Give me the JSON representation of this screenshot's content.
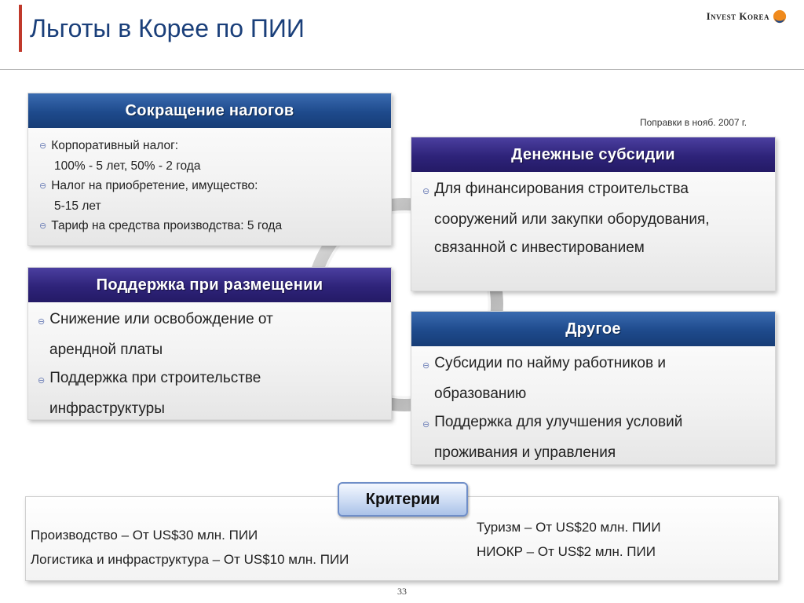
{
  "header": {
    "title": "Льготы в Корее по ПИИ",
    "logo_text": "Invest Korea",
    "note": "Поправки в нояб. 2007 г."
  },
  "boxes": {
    "tax": {
      "title": "Сокращение налогов",
      "lines": [
        {
          "bullet": true,
          "text": "Корпоративный налог:"
        },
        {
          "bullet": false,
          "text": "100% - 5 лет, 50% - 2 года"
        },
        {
          "bullet": true,
          "text": "Налог на приобретение, имущество:"
        },
        {
          "bullet": false,
          "text": "5-15 лет"
        },
        {
          "bullet": true,
          "text": "Тариф на средства производства: 5 года"
        }
      ]
    },
    "subsidies": {
      "title": "Денежные субсидии",
      "lines": [
        {
          "bullet": true,
          "text": "Для финансирования строительства"
        },
        {
          "bullet": false,
          "text": "сооружений или закупки оборудования,"
        },
        {
          "bullet": false,
          "text": "связанной с инвестированием"
        }
      ]
    },
    "location": {
      "title": "Поддержка при размещении",
      "lines": [
        {
          "bullet": true,
          "text": "Снижение или освобождение от"
        },
        {
          "bullet": false,
          "text": "арендной платы"
        },
        {
          "bullet": true,
          "text": "Поддержка при строительстве"
        },
        {
          "bullet": false,
          "text": "инфраструктуры"
        }
      ]
    },
    "other": {
      "title": "Другое",
      "lines": [
        {
          "bullet": true,
          "text": "Субсидии по найму работников и"
        },
        {
          "bullet": false,
          "text": "образованию"
        },
        {
          "bullet": true,
          "text": "Поддержка для улучшения условий"
        },
        {
          "bullet": false,
          "text": "проживания и управления"
        }
      ]
    }
  },
  "criteria": {
    "label": "Критерии",
    "left": [
      "Производство –  От US$30 млн. ПИИ",
      "Логистика и инфраструктура – От US$10 млн. ПИИ"
    ],
    "right": [
      "Туризм – От US$20 млн. ПИИ",
      "НИОКР – От US$2 млн. ПИИ"
    ]
  },
  "footer": {
    "page_number": "33"
  },
  "colors": {
    "title": "#1a3f7a",
    "head_blue": "#1e4a8c",
    "head_purple": "#2e2379",
    "accent": "#c0392b"
  }
}
